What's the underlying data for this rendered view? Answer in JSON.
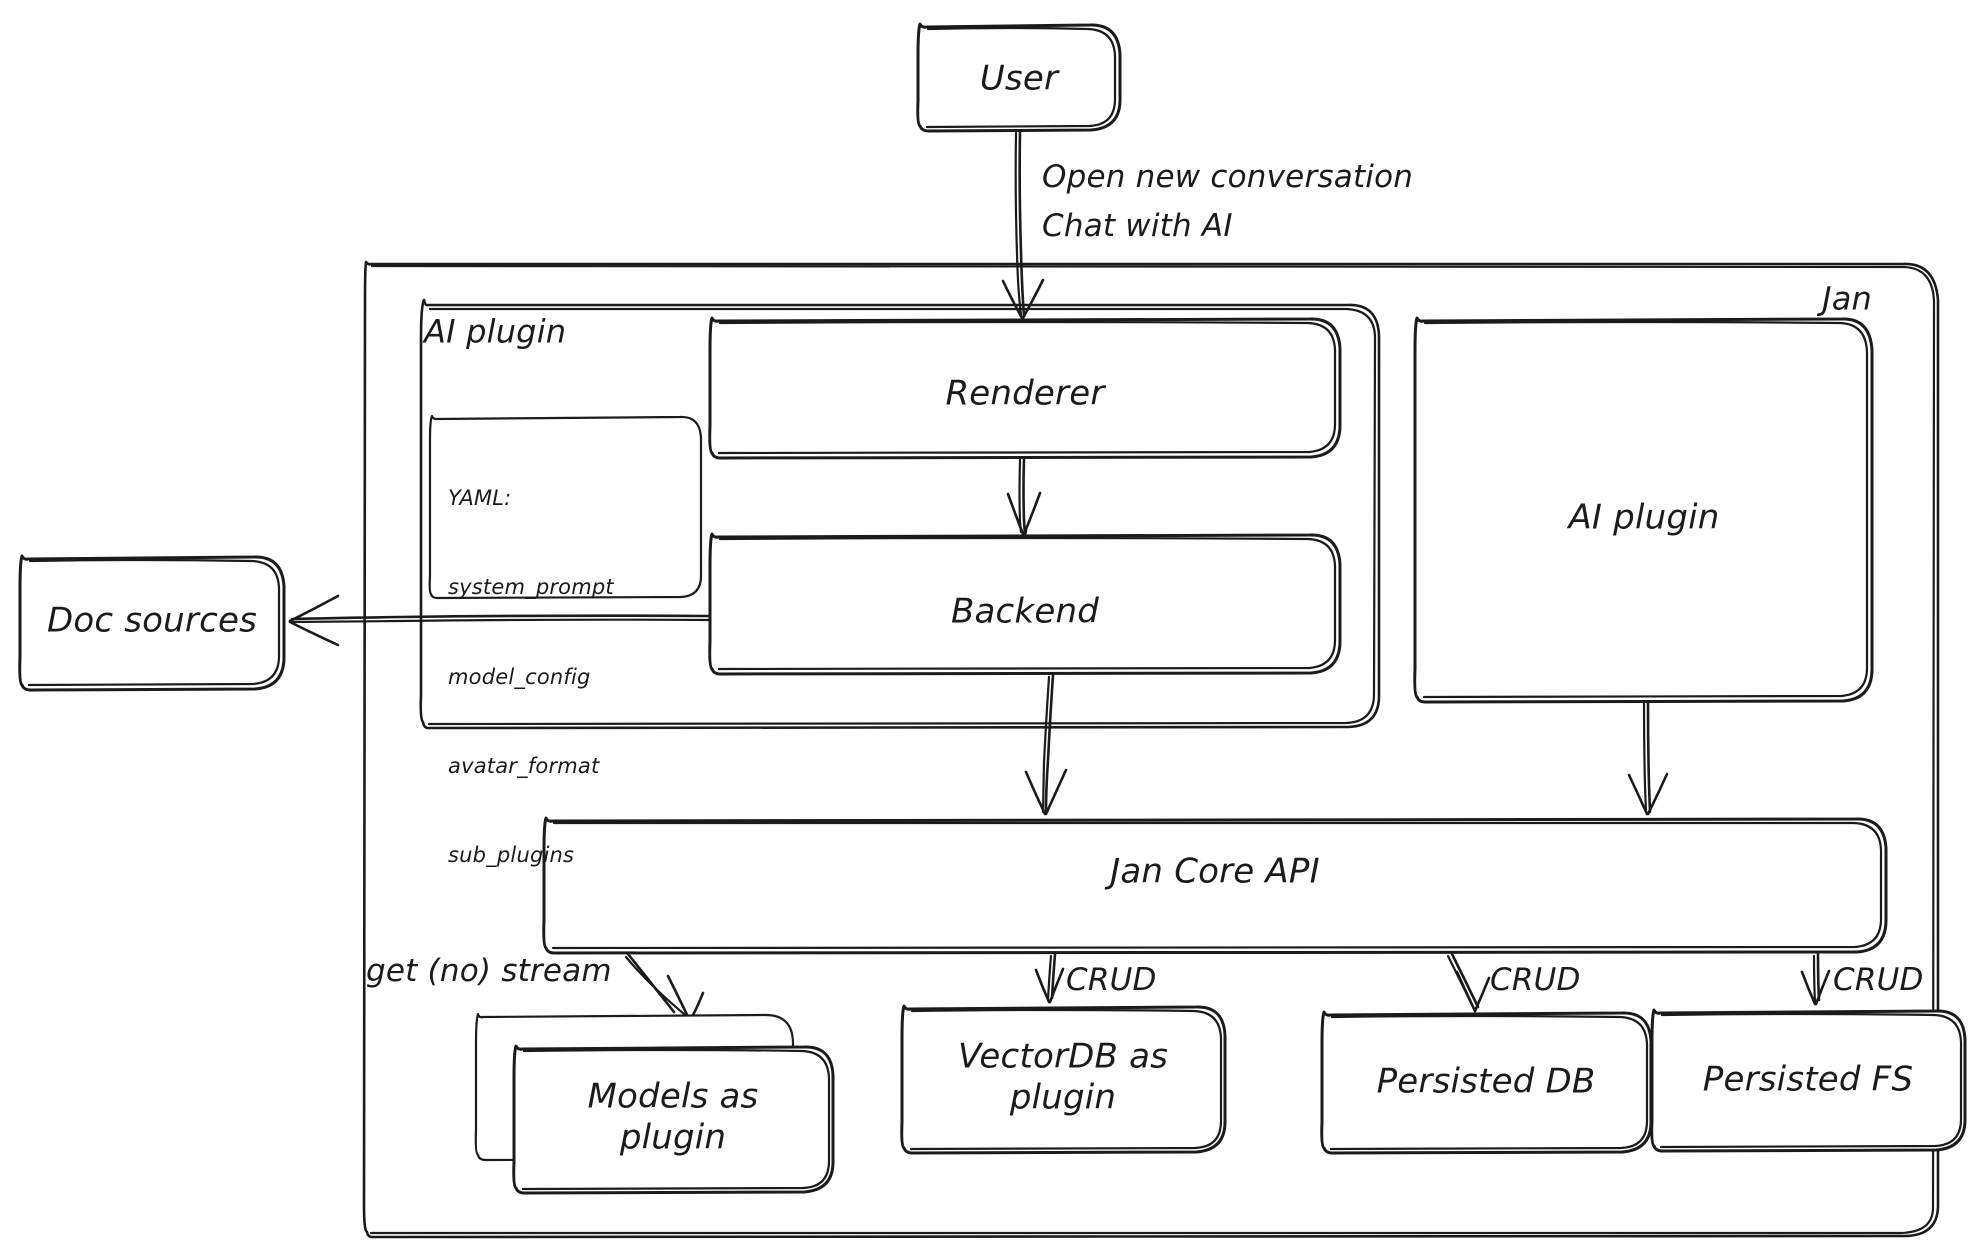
{
  "diagram": {
    "title": "Jan architecture diagram",
    "style": "hand-drawn sketch",
    "stroke_color": "#1b1b1f",
    "background_color": "#ffffff"
  },
  "containers": {
    "jan": {
      "label": "Jan"
    },
    "ai_plugin_group": {
      "label": "AI plugin"
    }
  },
  "nodes": {
    "user": {
      "label": "User"
    },
    "renderer": {
      "label": "Renderer"
    },
    "backend": {
      "label": "Backend"
    },
    "ai_plugin_right": {
      "label": "AI plugin"
    },
    "doc_sources": {
      "label": "Doc sources"
    },
    "jan_core_api": {
      "label": "Jan Core API"
    },
    "models_plugin": {
      "label": "Models as\nplugin"
    },
    "vectordb_plugin": {
      "label": "VectorDB as\nplugin"
    },
    "persisted_db": {
      "label": "Persisted DB"
    },
    "persisted_fs": {
      "label": "Persisted FS"
    }
  },
  "yaml_card": {
    "heading": "YAML:",
    "keys": [
      "system_prompt",
      "model_config",
      "avatar_format",
      "sub_plugins"
    ]
  },
  "edges": [
    {
      "from": "user",
      "to": "renderer",
      "label": "Open new conversation\nChat with AI"
    },
    {
      "from": "renderer",
      "to": "backend",
      "label": ""
    },
    {
      "from": "backend",
      "to": "doc_sources",
      "label": ""
    },
    {
      "from": "backend",
      "to": "jan_core_api",
      "label": ""
    },
    {
      "from": "ai_plugin_right",
      "to": "jan_core_api",
      "label": ""
    },
    {
      "from": "jan_core_api",
      "to": "models_plugin",
      "label": "get (no) stream"
    },
    {
      "from": "jan_core_api",
      "to": "vectordb_plugin",
      "label": "CRUD"
    },
    {
      "from": "jan_core_api",
      "to": "persisted_db",
      "label": "CRUD"
    },
    {
      "from": "jan_core_api",
      "to": "persisted_fs",
      "label": "CRUD"
    }
  ],
  "edge_labels": {
    "user_to_renderer_line1": "Open new conversation",
    "user_to_renderer_line2": "Chat with AI",
    "get_no_stream": "get (no) stream",
    "crud_vectordb": "CRUD",
    "crud_persisted_db": "CRUD",
    "crud_persisted_fs": "CRUD"
  }
}
